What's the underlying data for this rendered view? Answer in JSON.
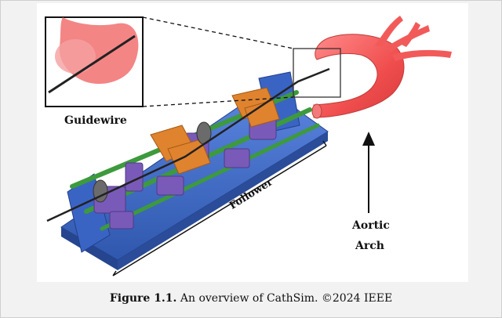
{
  "figure": {
    "labels": {
      "guidewire": "Guidewire",
      "follower": "Follower",
      "aortic_line1": "Aortic",
      "aortic_line2": "Arch"
    },
    "caption": {
      "number": "Figure 1.1.",
      "text": "An overview of CathSim. ©2024 IEEE"
    },
    "colors": {
      "base_blue": "#3f6fd0",
      "rail_green": "#3d9a3d",
      "carriage_purple": "#7a5ab8",
      "clamp_orange": "#e0832e",
      "aorta_red": "#f25a5a"
    }
  }
}
